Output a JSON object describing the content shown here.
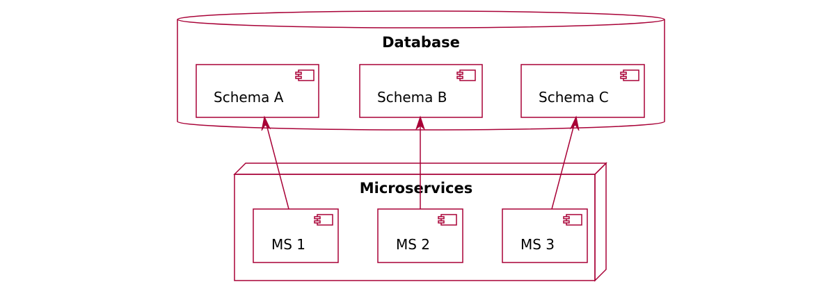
{
  "diagram": {
    "database": {
      "title": "Database"
    },
    "microservices": {
      "title": "Microservices"
    },
    "schemas": [
      {
        "label": "Schema A"
      },
      {
        "label": "Schema B"
      },
      {
        "label": "Schema C"
      }
    ],
    "services": [
      {
        "label": "MS 1"
      },
      {
        "label": "MS 2"
      },
      {
        "label": "MS 3"
      }
    ],
    "edges": [
      {
        "from": "MS 1",
        "to": "Schema A"
      },
      {
        "from": "MS 2",
        "to": "Schema B"
      },
      {
        "from": "MS 3",
        "to": "Schema C"
      }
    ],
    "colors": {
      "stroke": "#A80036",
      "background": "#FFFFFF",
      "text": "#000000"
    }
  }
}
